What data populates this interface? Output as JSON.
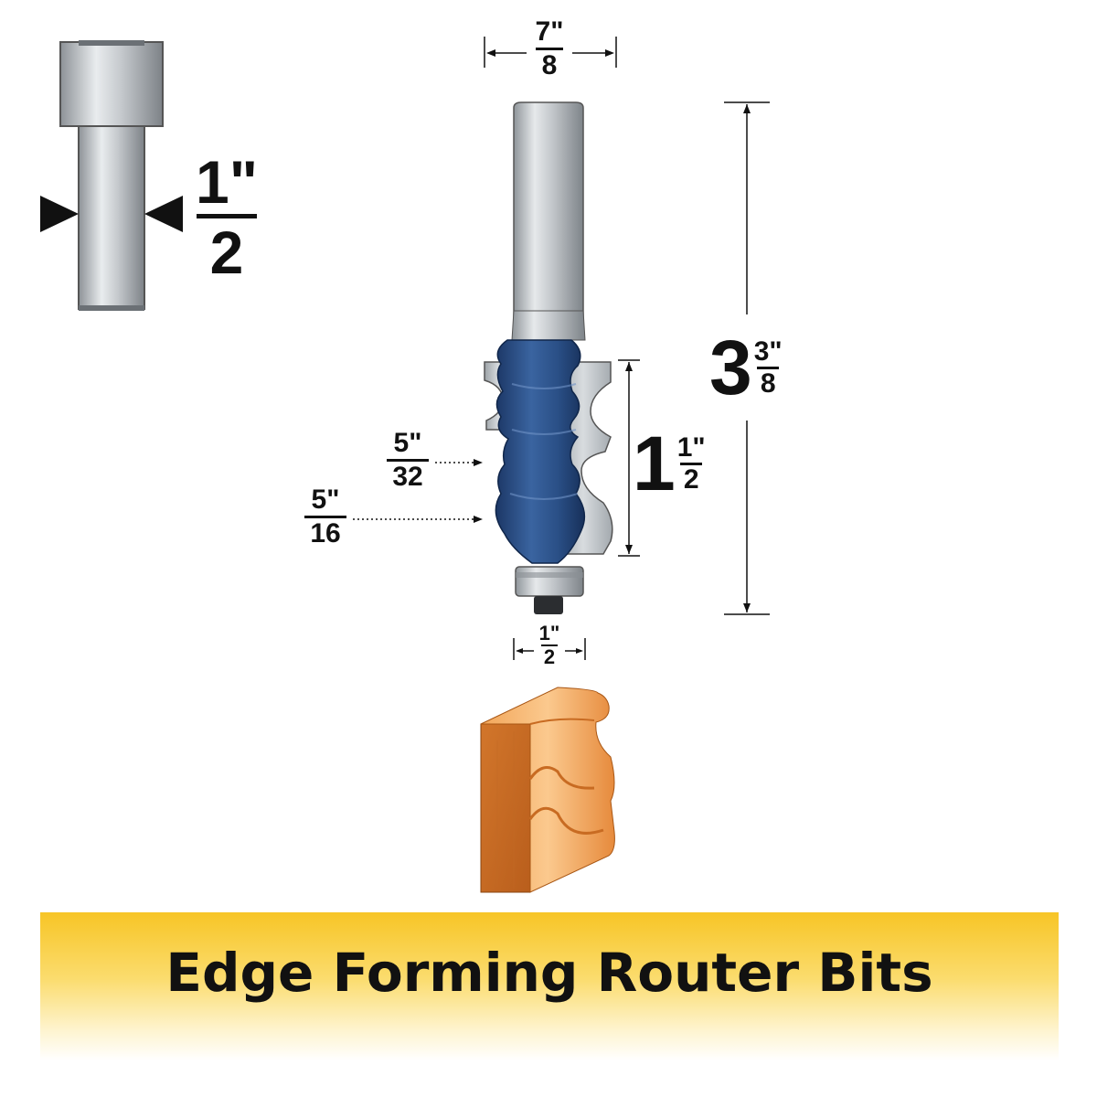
{
  "banner": {
    "title": "Edge Forming Router Bits"
  },
  "shank_diameter": {
    "whole": "",
    "numerator": "1\"",
    "denominator": "2"
  },
  "cutting_diameter": {
    "numerator": "7\"",
    "denominator": "8"
  },
  "overall_length": {
    "whole": "3",
    "numerator": "3\"",
    "denominator": "8"
  },
  "cutting_length": {
    "whole": "1",
    "numerator": "1\"",
    "denominator": "2"
  },
  "upper_radius": {
    "numerator": "5\"",
    "denominator": "32"
  },
  "lower_radius": {
    "numerator": "5\"",
    "denominator": "16"
  },
  "bearing_diameter": {
    "numerator": "1\"",
    "denominator": "2"
  },
  "colors": {
    "cutter_blue": "#2a4f86",
    "shank_gray": "#b9bec3",
    "wood": "#e08a3c",
    "banner": "#f7c526"
  }
}
